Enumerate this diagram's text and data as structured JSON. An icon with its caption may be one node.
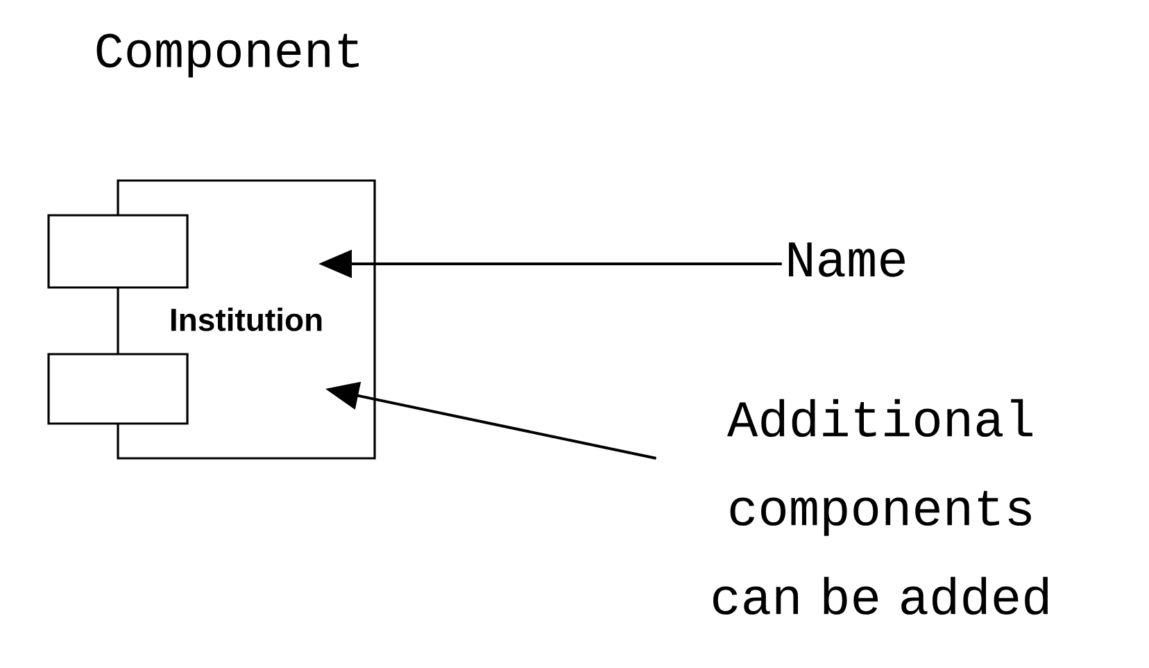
{
  "diagram": {
    "title": "Component",
    "nodes": [
      {
        "text": [
          "Institution"
        ]
      },
      {
        "text": [
          "Name"
        ]
      },
      {
        "text": [
          "Additional components can be added"
        ]
      }
    ],
    "edges": [
      {
        "from": 1,
        "to": 0,
        "arrow": "to"
      },
      {
        "from": 2,
        "to": 0,
        "arrow": "to"
      }
    ]
  }
}
